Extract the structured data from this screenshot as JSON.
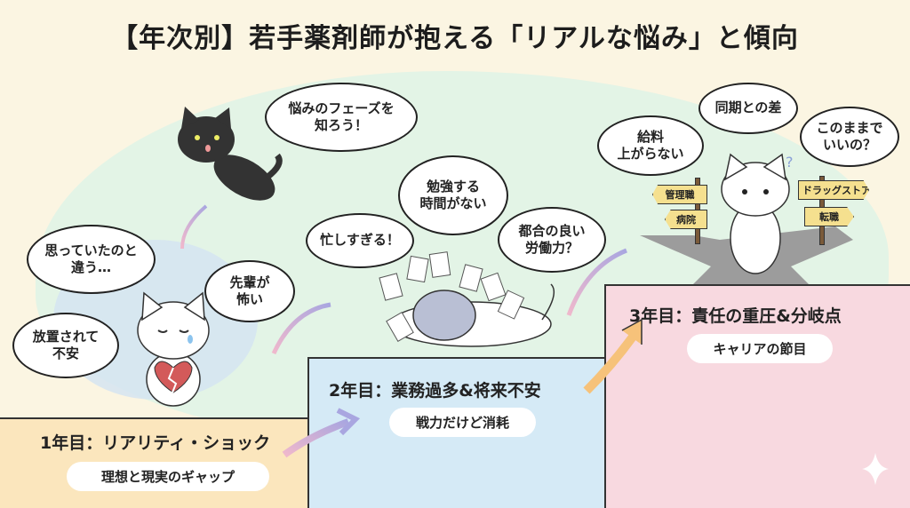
{
  "title": "【年次別】若手薬剤師が抱える「リアルな悩み」と傾向",
  "guide_bubble": "悩みのフェーズを\n知ろう！",
  "year1": {
    "title": "1年目：リアリティ・ショック",
    "tag": "理想と現実のギャップ",
    "bubbles": [
      "思っていたのと\n違う…",
      "放置されて\n不安",
      "先輩が\n怖い"
    ]
  },
  "year2": {
    "title": "2年目：業務過多&将来不安",
    "tag": "戦力だけど消耗",
    "bubbles": [
      "忙しすぎる！",
      "勉強する\n時間がない",
      "都合の良い\n労働力？"
    ]
  },
  "year3": {
    "title": "3年目：責任の重圧&分岐点",
    "tag": "キャリアの節目",
    "bubbles": [
      "給料\n上がらない",
      "同期との差",
      "このままで\nいいの？"
    ],
    "signs": [
      "管理職",
      "病院",
      "ドラッグストア",
      "転職"
    ]
  },
  "colors": {
    "year1": "#fbe6bd",
    "year2": "#d5eaf6",
    "year3": "#f8d9e0",
    "background": "#fbf5e2"
  }
}
